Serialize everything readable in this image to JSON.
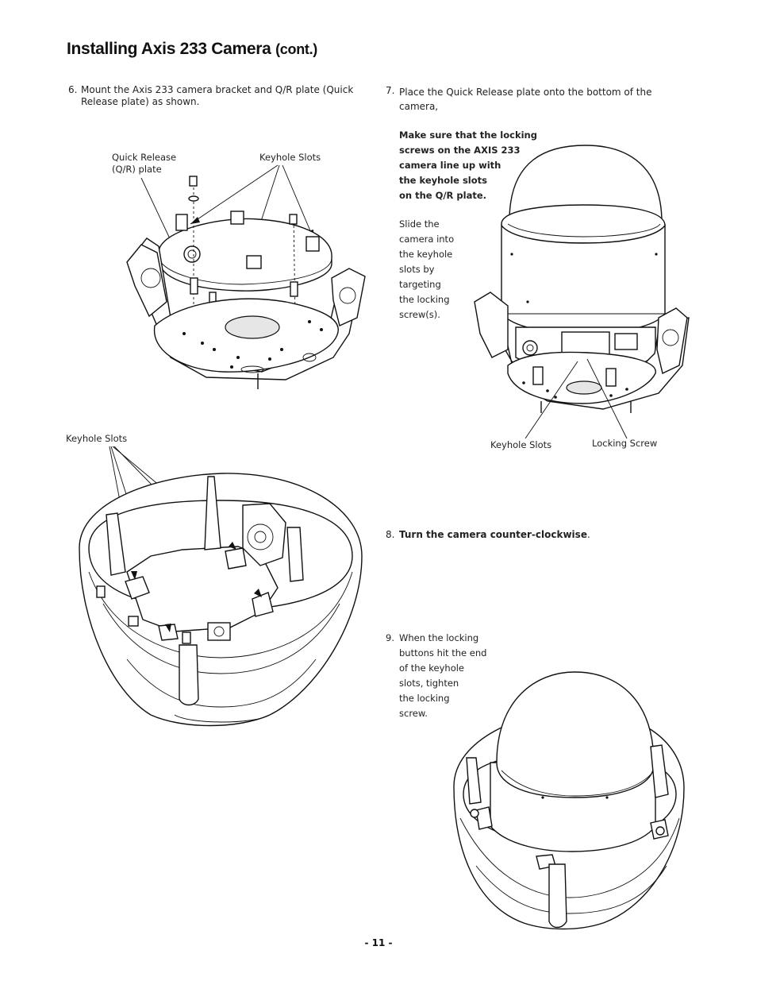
{
  "title": {
    "main": "Installing Axis 233 Camera",
    "suffix": "(cont.)"
  },
  "step6": {
    "num": "6.",
    "text": "Mount the Axis 233 camera bracket and Q/R plate (Quick Release plate) as shown.",
    "label_qr_1": "Quick Release",
    "label_qr_2": "(Q/R) plate",
    "label_keyhole": "Keyhole Slots"
  },
  "step7": {
    "num": "7.",
    "text": "Place the Quick Release plate onto the bottom of the camera,",
    "bold_lines": [
      "Make sure that the locking",
      "screws on the AXIS 233",
      "camera line up with",
      "the keyhole slots",
      "on the Q/R plate."
    ],
    "slide_lines": [
      "Slide the",
      "camera into",
      "the keyhole",
      "slots by",
      "targeting",
      "the locking",
      "screw(s)."
    ],
    "label_keyhole": "Keyhole Slots",
    "label_locking": "Locking Screw"
  },
  "fig_bottom_left": {
    "label_keyhole": "Keyhole Slots"
  },
  "step8": {
    "num": "8.",
    "bold": "Turn the camera counter-clockwise",
    "tail": "."
  },
  "step9": {
    "num": "9.",
    "lines": [
      "When the locking",
      "buttons hit the end",
      "of the keyhole",
      "slots, tighten",
      "the locking",
      "screw."
    ]
  },
  "page_number": "- 11 -"
}
